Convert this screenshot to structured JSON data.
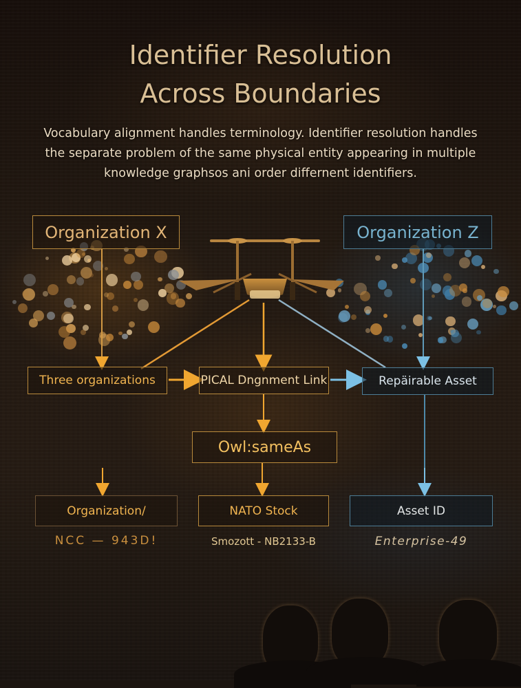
{
  "title": {
    "line1": "Identifier Resolution",
    "line2": "Across Boundaries"
  },
  "intro": {
    "line1": "Vocabulary alignment handles terminology. Identifier resolution handles",
    "line2": "the separate problem of the same physical entity appearing in multiple",
    "line3": "knowledge graphsos ani order differnent identifiers."
  },
  "organizations": {
    "left": {
      "label": "Organization X",
      "color": "#f0b450"
    },
    "right": {
      "label": "Organization Z",
      "color": "#78b3cf"
    }
  },
  "center_icon": "drone-icon",
  "middle_row": {
    "left": "Three organizations",
    "center": "PICAL Dngnment Link",
    "right": "Repäirable Asset"
  },
  "pivot": {
    "label": "Owl:sameAs"
  },
  "identifiers": [
    {
      "label": "Organization/",
      "value": "NCC — 943D!",
      "color": "#f0b450"
    },
    {
      "label": "NATO Stock",
      "value": "Smozott - NB2133-B",
      "color": "#f0b450"
    },
    {
      "label": "Asset ID",
      "value": "Enterprise-49",
      "color": "#78b3cf"
    }
  ],
  "colors": {
    "orange": "#f0b450",
    "blue": "#78b3cf",
    "title": "#d9bf95",
    "background": "#1c1510"
  },
  "decor": {
    "figures": [
      "person-silhouette",
      "person-silhouette",
      "person-silhouette"
    ]
  }
}
